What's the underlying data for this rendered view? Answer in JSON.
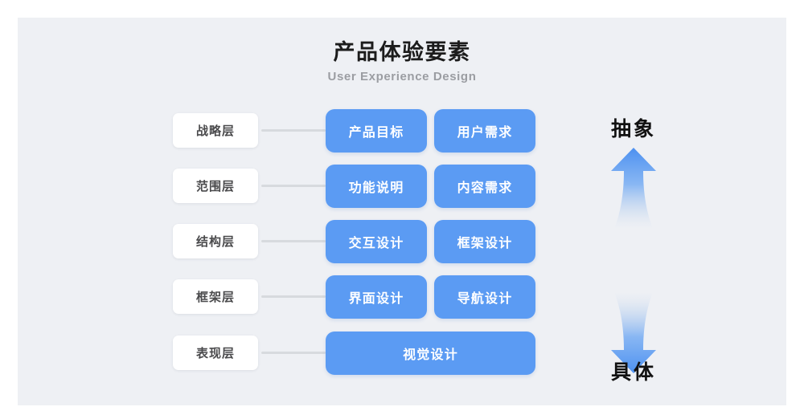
{
  "header": {
    "title": "产品体验要素",
    "subtitle": "User Experience Design"
  },
  "colors": {
    "canvas_background": "#eef0f4",
    "page_background": "#ffffff",
    "card_blue": "#5b9bf3",
    "label_white": "#ffffff",
    "connector_gray": "#d7dade",
    "title_text": "#1c1c1c",
    "subtitle_text": "#9b9da2",
    "label_text": "#4a4a4c",
    "card_text": "#ffffff",
    "axis_text": "#111111"
  },
  "stages": [
    {
      "label": "战略层",
      "cards": [
        "产品目标",
        "用户需求"
      ]
    },
    {
      "label": "范围层",
      "cards": [
        "功能说明",
        "内容需求"
      ]
    },
    {
      "label": "结构层",
      "cards": [
        "交互设计",
        "框架设计"
      ]
    },
    {
      "label": "框架层",
      "cards": [
        "界面设计",
        "导航设计"
      ]
    },
    {
      "label": "表现层",
      "cards": [
        "视觉设计"
      ]
    }
  ],
  "axis": {
    "top_label": "抽象",
    "bottom_label": "具体",
    "up_arrow_icon": "arrow-up-gradient-icon",
    "down_arrow_icon": "arrow-down-gradient-icon"
  }
}
